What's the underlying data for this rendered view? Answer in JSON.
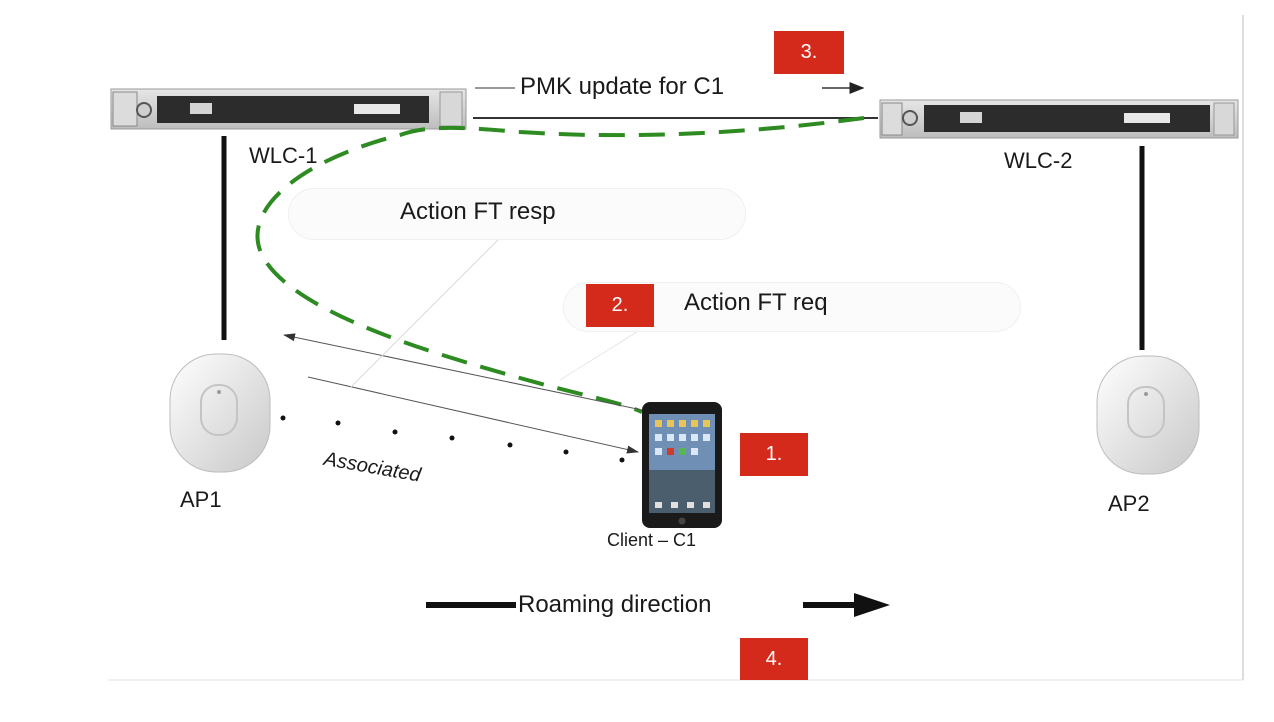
{
  "diagram": {
    "controllers": [
      {
        "id": "wlc1",
        "label": "WLC-1"
      },
      {
        "id": "wlc2",
        "label": "WLC-2"
      }
    ],
    "access_points": [
      {
        "id": "ap1",
        "label": "AP1"
      },
      {
        "id": "ap2",
        "label": "AP2"
      }
    ],
    "client": {
      "label": "Client – C1"
    },
    "messages": {
      "pmk_update": "PMK update for C1",
      "ft_resp": "Action FT resp",
      "ft_req": "Action FT req",
      "associated": "Associated",
      "roaming": "Roaming direction"
    },
    "steps": [
      "1.",
      "2.",
      "3.",
      "4."
    ],
    "colors": {
      "badge": "#d42a1c",
      "ft_path": "#2e8b22",
      "line": "#111111"
    }
  }
}
